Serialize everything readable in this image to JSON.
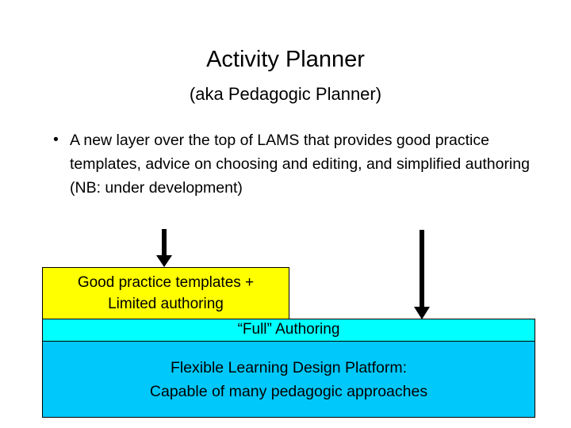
{
  "slide": {
    "title": "Activity Planner",
    "subtitle": "(aka Pedagogic Planner)",
    "background_color": "#FFFFFF",
    "bullets": [
      {
        "marker": "•",
        "text": "A new layer over the top of LAMS that provides good practice templates, advice on choosing and editing, and simplified authoring (NB: under development)"
      }
    ],
    "diagram": {
      "boxes": [
        {
          "id": "templates",
          "label": "Good practice templates +\nLimited authoring",
          "fill_color": "#FFFF00",
          "border_color": "#000000"
        },
        {
          "id": "full_authoring",
          "label": "“Full” Authoring",
          "fill_color": "#00FFFF",
          "border_color": "#000000"
        },
        {
          "id": "platform",
          "label": "Flexible Learning Design Platform:\nCapable of many pedagogic approaches",
          "fill_color": "#00C8FA",
          "border_color": "#000000"
        }
      ],
      "arrows": [
        {
          "id": "arrow-to-templates",
          "direction": "down",
          "color": "#000000",
          "target": "templates"
        },
        {
          "id": "arrow-to-full-authoring",
          "direction": "down",
          "color": "#000000",
          "target": "full_authoring"
        }
      ]
    }
  }
}
